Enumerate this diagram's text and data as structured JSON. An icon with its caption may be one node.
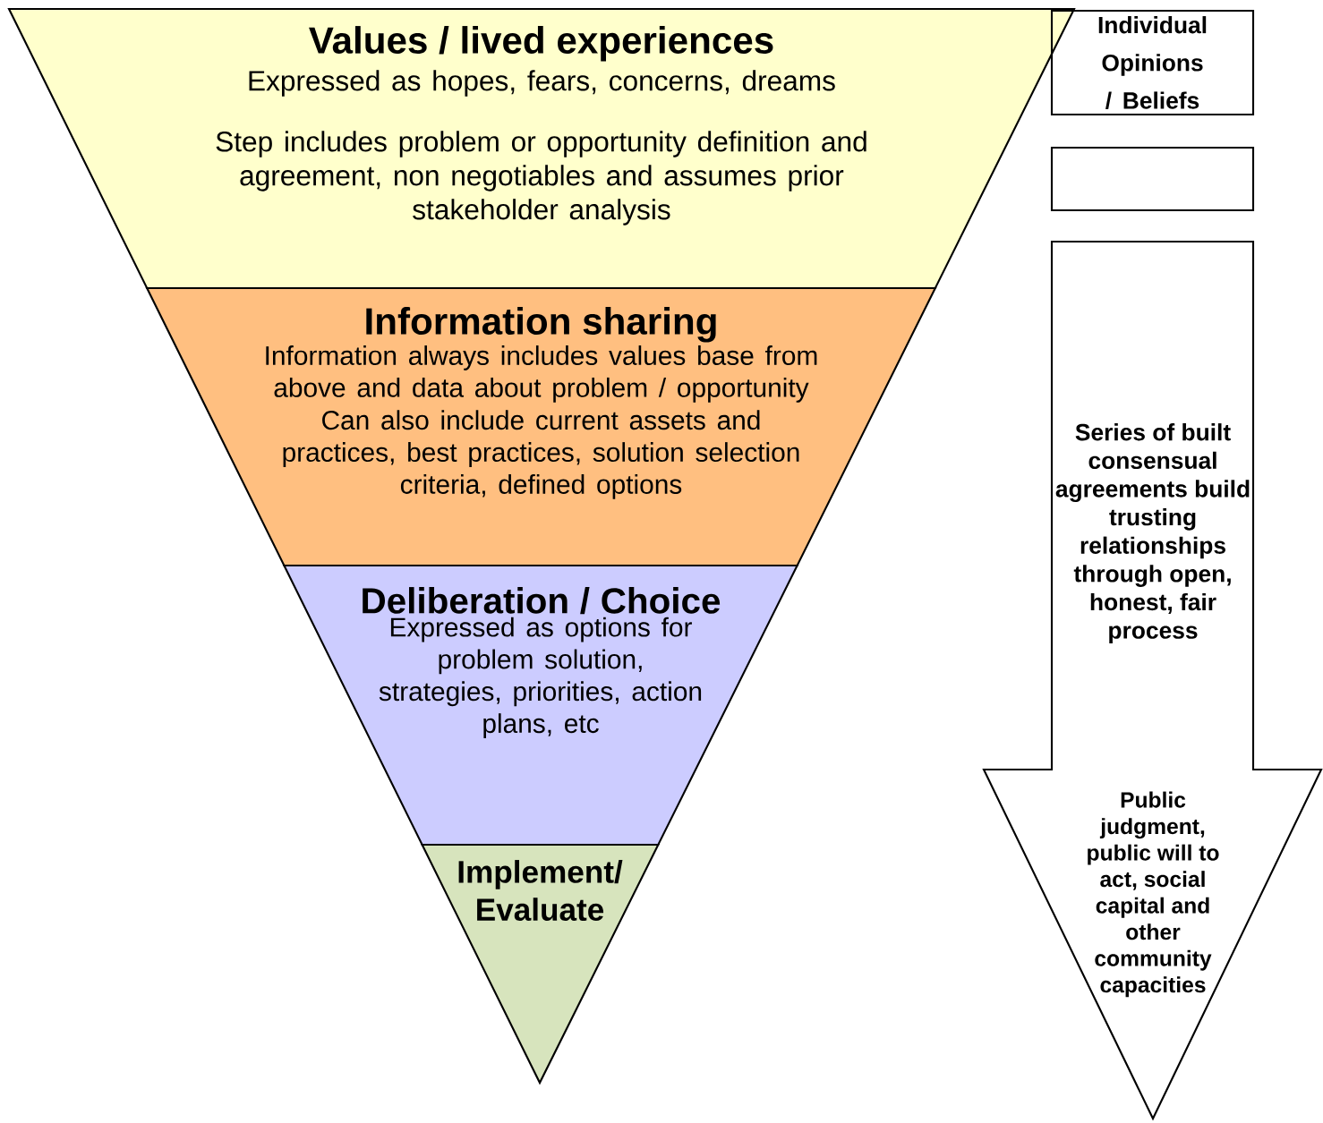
{
  "diagram": {
    "nodes": [
      {
        "text": [
          "Values /  lived experiences",
          "Expressed as hopes, fears, concerns, dreams",
          "Step includes problem or opportunity definition and agreement, non negotiables and assumes prior stakeholder analysis"
        ]
      },
      {
        "text": [
          "Information sharing",
          "Information always includes values base from above and data about problem / opportunity",
          "Can also include current assets and practices, best practices, solution selection criteria, defined options"
        ]
      },
      {
        "text": [
          "Deliberation / Choice",
          "Expressed as options for problem solution, strategies, priorities, action plans, etc"
        ]
      },
      {
        "text": [
          "Implement/ Evaluate"
        ]
      },
      {
        "text": [
          "Individual Opinions / Beliefs"
        ]
      },
      {
        "text": [],
        "shape": "box"
      },
      {
        "text": [
          "Series of built consensual agreements build trusting relationships through open, honest, fair process",
          "Public judgment, public will to act, social capital and other community capacities"
        ]
      }
    ]
  }
}
